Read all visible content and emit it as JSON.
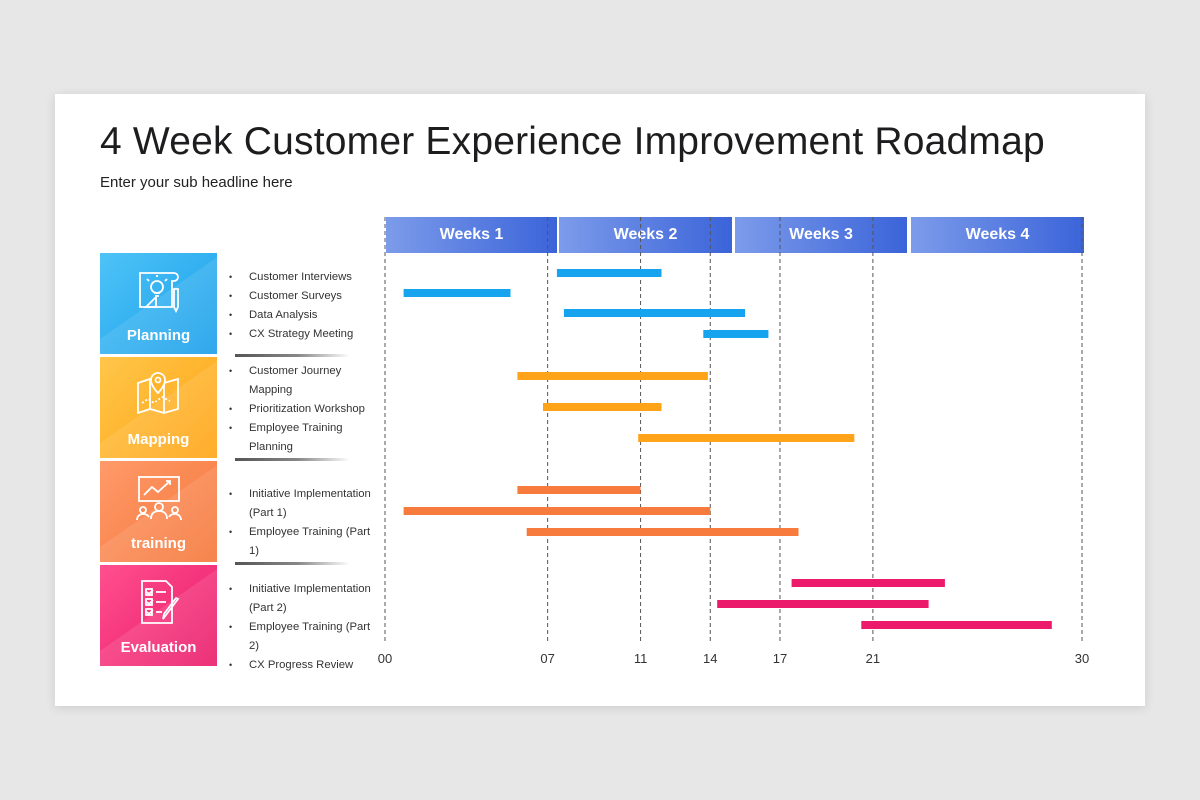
{
  "slide": {
    "title": "4 Week Customer Experience Improvement Roadmap",
    "subtitle": "Enter your sub headline here"
  },
  "weeks": [
    "Weeks 1",
    "Weeks 2",
    "Weeks 3",
    "Weeks 4"
  ],
  "phases": [
    {
      "label": "Planning",
      "icon": "blueprint-lightbulb-icon",
      "colors": [
        "#4ec3f7",
        "#1a9fea"
      ],
      "tasks": [
        "Customer Interviews",
        "Customer Surveys",
        "Data Analysis",
        "CX Strategy Meeting"
      ]
    },
    {
      "label": "Mapping",
      "icon": "map-pin-icon",
      "colors": [
        "#ffc64a",
        "#ffa414"
      ],
      "tasks": [
        "Customer Journey Mapping",
        "Prioritization Workshop",
        "Employee Training Planning"
      ]
    },
    {
      "label": "training",
      "icon": "presentation-board-icon",
      "colors": [
        "#ff9a6a",
        "#f5773a"
      ],
      "tasks": [
        "Initiative Implementation (Part 1)",
        "Employee Training (Part 1)"
      ]
    },
    {
      "label": "Evaluation",
      "icon": "checklist-icon",
      "colors": [
        "#ff4f8e",
        "#ea1b6b"
      ],
      "tasks": [
        "Initiative Implementation (Part 2)",
        "Employee Training (Part 2)",
        "CX Progress Review"
      ]
    }
  ],
  "chart_data": {
    "type": "gantt",
    "x_ticks": [
      "00",
      "07",
      "11",
      "14",
      "17",
      "21",
      "30"
    ],
    "x_tick_values": [
      0,
      7,
      11,
      14,
      17,
      21,
      30
    ],
    "xlim": [
      0,
      30
    ],
    "grid": "vertical dashed lines at ticks",
    "groups": [
      {
        "name": "Planning",
        "color": "#16a4ee",
        "bars": [
          [
            7.4,
            11.9
          ],
          [
            0.8,
            5.4
          ],
          [
            7.7,
            15.5
          ],
          [
            13.7,
            16.5
          ]
        ]
      },
      {
        "name": "Mapping",
        "color": "#ffa419",
        "bars": [
          [
            5.7,
            13.9
          ],
          [
            6.8,
            11.9
          ],
          [
            10.9,
            20.2
          ]
        ]
      },
      {
        "name": "training",
        "color": "#f67b3c",
        "bars": [
          [
            5.7,
            11.0
          ],
          [
            0.8,
            14.0
          ],
          [
            6.1,
            17.8
          ]
        ]
      },
      {
        "name": "Evaluation",
        "color": "#ec1a6b",
        "bars": [
          [
            17.5,
            24.1
          ],
          [
            14.3,
            23.4
          ],
          [
            20.5,
            28.7
          ]
        ]
      }
    ]
  }
}
